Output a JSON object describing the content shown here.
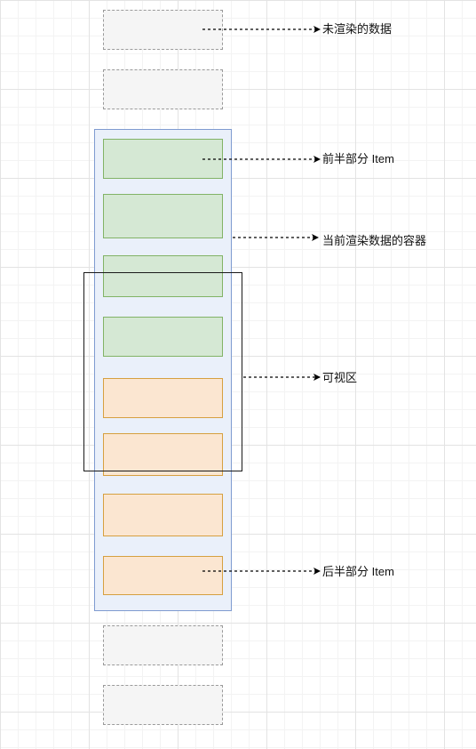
{
  "labels": {
    "unrendered": "未渲染的数据",
    "first_half": "前半部分 Item",
    "container": "当前渲染数据的容器",
    "viewport": "可视区",
    "second_half": "后半部分 Item"
  },
  "colors": {
    "unrendered_fill": "#f5f5f5",
    "unrendered_stroke": "#9a9a9a",
    "first_half_fill": "#d5e8d4",
    "first_half_stroke": "#82b366",
    "second_half_fill": "#fbe6d1",
    "second_half_stroke": "#d6a040",
    "container_fill": "#eaf0fa",
    "container_stroke": "#7f9bd0",
    "viewport_stroke": "#1a1a1a"
  }
}
